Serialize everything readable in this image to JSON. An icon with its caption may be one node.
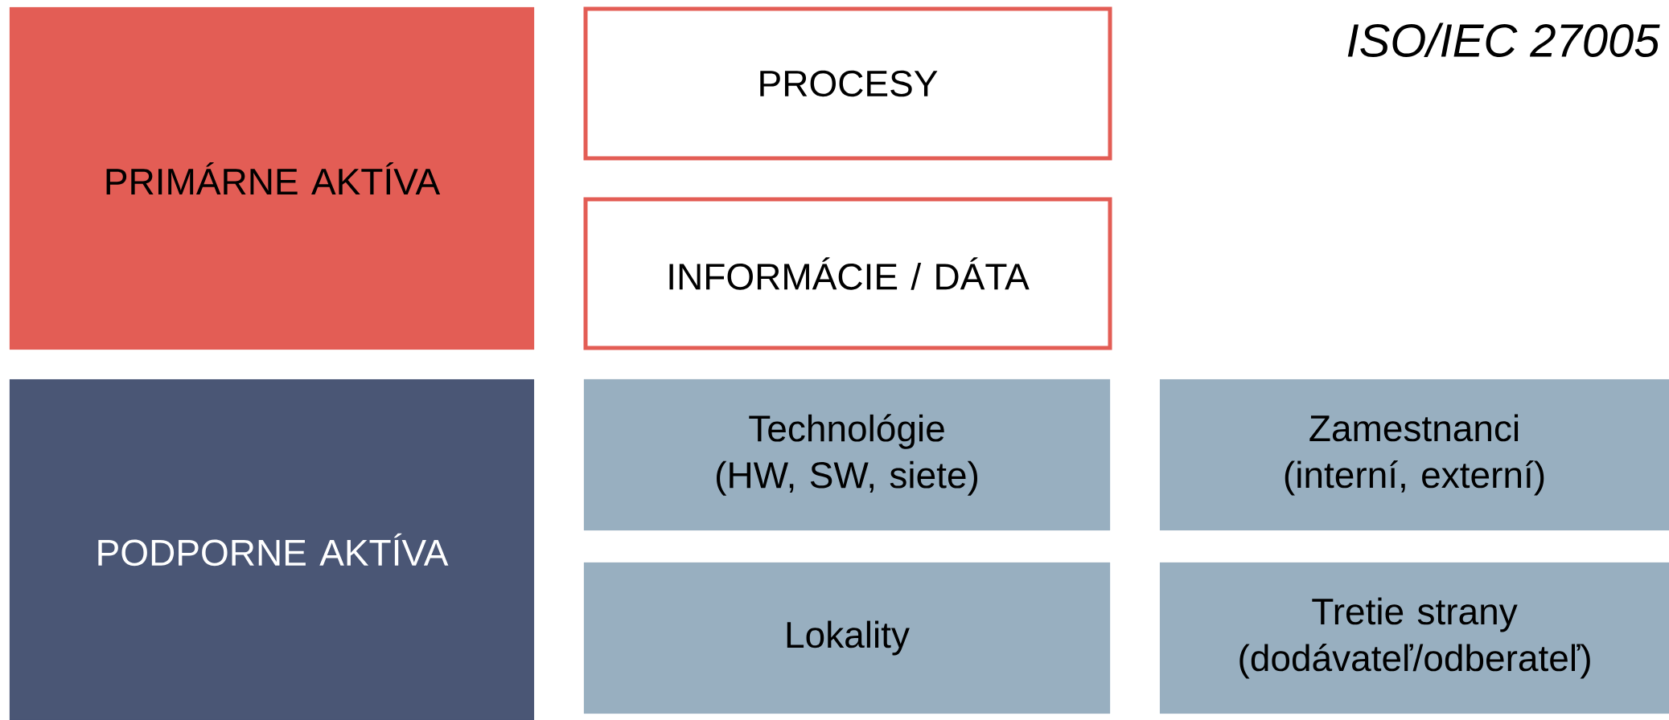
{
  "diagram": {
    "title": "ISO/IEC 27005",
    "nodes": [
      {
        "text": [
          "PRIMÁRNE AKTÍVA"
        ]
      },
      {
        "text": [
          "PROCESY"
        ]
      },
      {
        "text": [
          "INFORMÁCIE / DÁTA"
        ]
      },
      {
        "text": [
          "PODPORNE AKTÍVA"
        ]
      },
      {
        "text": [
          "Technológie (HW, SW, siete)"
        ]
      },
      {
        "text": [
          "Zamestnanci (interní, externí)"
        ]
      },
      {
        "text": [
          "Lokality"
        ]
      },
      {
        "text": [
          "Tretie strany (dodávateľ/odberateľ)"
        ]
      }
    ]
  }
}
